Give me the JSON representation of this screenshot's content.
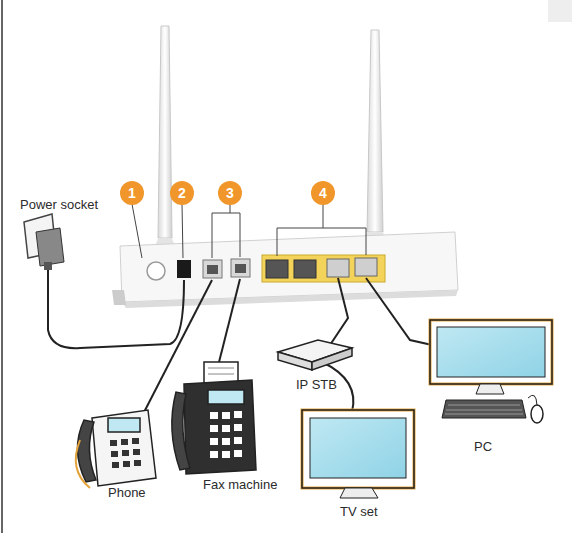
{
  "diagram": {
    "labels": [
      "Power socket",
      "1",
      "2",
      "3",
      "4",
      "Phone",
      "Fax machine",
      "IP STB",
      "TV set",
      "PC"
    ]
  }
}
